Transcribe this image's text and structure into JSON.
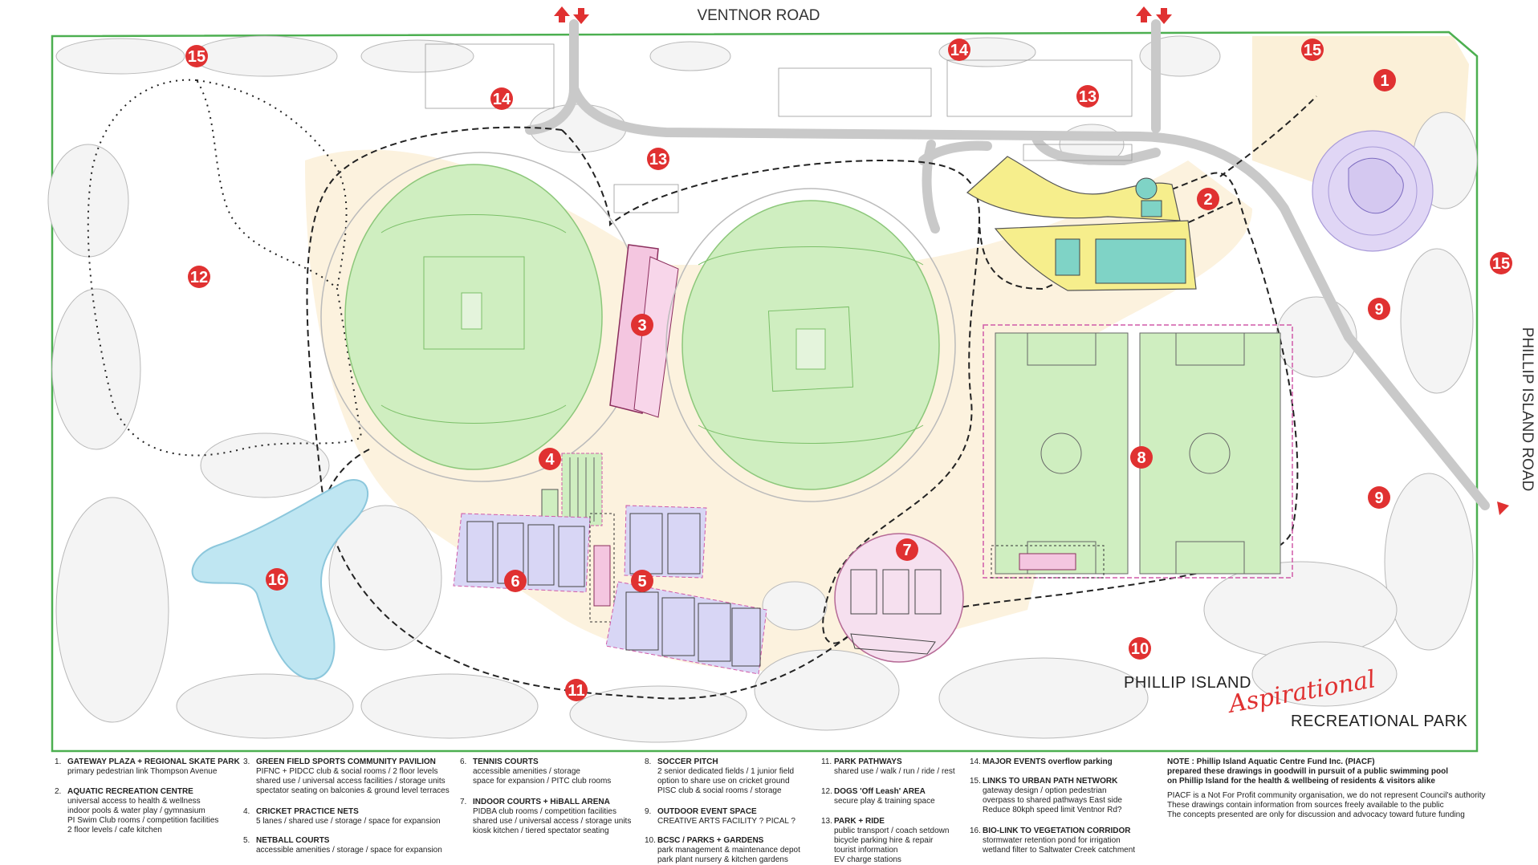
{
  "roads": {
    "north": "VENTNOR ROAD",
    "east": "PHILLIP ISLAND ROAD"
  },
  "park_title": {
    "line1": "PHILLIP ISLAND",
    "aspirational": "Aspirational",
    "line2": "RECREATIONAL PARK"
  },
  "markers": [
    {
      "id": "m15a",
      "label": "15"
    },
    {
      "id": "m14a",
      "label": "14"
    },
    {
      "id": "m14b",
      "label": "14"
    },
    {
      "id": "m15b",
      "label": "15"
    },
    {
      "id": "m1",
      "label": "1"
    },
    {
      "id": "m13a",
      "label": "13"
    },
    {
      "id": "m13b",
      "label": "13"
    },
    {
      "id": "m2",
      "label": "2"
    },
    {
      "id": "m12",
      "label": "12"
    },
    {
      "id": "m3",
      "label": "3"
    },
    {
      "id": "m15c",
      "label": "15"
    },
    {
      "id": "m9a",
      "label": "9"
    },
    {
      "id": "m8",
      "label": "8"
    },
    {
      "id": "m4",
      "label": "4"
    },
    {
      "id": "m9b",
      "label": "9"
    },
    {
      "id": "m16",
      "label": "16"
    },
    {
      "id": "m6",
      "label": "6"
    },
    {
      "id": "m5",
      "label": "5"
    },
    {
      "id": "m7",
      "label": "7"
    },
    {
      "id": "m10",
      "label": "10"
    },
    {
      "id": "m11",
      "label": "11"
    }
  ],
  "legend": [
    {
      "num": "1.",
      "title": "GATEWAY PLAZA + REGIONAL SKATE PARK",
      "lines": [
        "primary pedestrian link Thompson Avenue"
      ]
    },
    {
      "num": "2.",
      "title": "AQUATIC RECREATION CENTRE",
      "lines": [
        "universal access to health & wellness",
        "indoor pools & water play / gymnasium",
        "PI Swim Club rooms / competition facilities",
        "2 floor levels / cafe kitchen"
      ]
    },
    {
      "num": "3.",
      "title": "GREEN FIELD SPORTS COMMUNITY PAVILION",
      "lines": [
        "PIFNC + PIDCC club & social rooms / 2 floor levels",
        "shared use / universal access facilities / storage units",
        "spectator seating on balconies & ground level terraces"
      ]
    },
    {
      "num": "4.",
      "title": "CRICKET PRACTICE NETS",
      "lines": [
        "5 lanes / shared use / storage / space for expansion"
      ]
    },
    {
      "num": "5.",
      "title": "NETBALL COURTS",
      "lines": [
        "accessible amenities / storage / space for expansion"
      ]
    },
    {
      "num": "6.",
      "title": "TENNIS COURTS",
      "lines": [
        "accessible amenities / storage",
        "space for expansion / PITC club rooms"
      ]
    },
    {
      "num": "7.",
      "title": "INDOOR COURTS + HiBALL ARENA",
      "lines": [
        "PIDBA club rooms / competition facilities",
        "shared use / universal access / storage units",
        "kiosk kitchen / tiered spectator seating"
      ]
    },
    {
      "num": "8.",
      "title": "SOCCER PITCH",
      "lines": [
        "2 senior dedicated fields / 1 junior field",
        "option to share use on cricket ground",
        "PISC club & social rooms / storage"
      ]
    },
    {
      "num": "9.",
      "title": "OUTDOOR EVENT SPACE",
      "lines": [
        "CREATIVE ARTS FACILITY ?   PICAL ?"
      ]
    },
    {
      "num": "10.",
      "title": "BCSC / PARKS + GARDENS",
      "lines": [
        "park management & maintenance depot",
        "park plant nursery & kitchen gardens"
      ]
    },
    {
      "num": "11.",
      "title": "PARK PATHWAYS",
      "lines": [
        "shared use / walk / run / ride / rest"
      ]
    },
    {
      "num": "12.",
      "title": "DOGS 'Off Leash' AREA",
      "lines": [
        "secure play & training space"
      ]
    },
    {
      "num": "13.",
      "title": "PARK + RIDE",
      "lines": [
        "public transport / coach setdown",
        "bicycle parking hire & repair",
        "tourist information",
        "EV charge stations"
      ]
    },
    {
      "num": "14.",
      "title": "MAJOR EVENTS overflow parking",
      "lines": []
    },
    {
      "num": "15.",
      "title": "LINKS TO URBAN PATH NETWORK",
      "lines": [
        "gateway design / option pedestrian",
        "overpass to shared pathways East side",
        "Reduce 80kph speed limit Ventnor Rd?"
      ]
    },
    {
      "num": "16.",
      "title": "BIO-LINK TO VEGETATION CORRIDOR",
      "lines": [
        "stormwater retention pond for irrigation",
        "wetland filter to Saltwater Creek catchment"
      ]
    }
  ],
  "note": {
    "lines_bold": [
      "NOTE : Phillip Island Aquatic Centre Fund Inc. (PIACF)",
      "prepared these drawings in goodwill in pursuit of a public swimming pool",
      "on Phillip Island for the health & wellbeing of residents & visitors alike"
    ],
    "lines": [
      "PIACF is a Not For Profit community organisation, we do not represent Council's authority",
      "These drawings contain information from sources freely available to the public",
      "The concepts presented are only for discussion and advocacy toward future funding"
    ]
  },
  "colors": {
    "marker": "#e03131",
    "boundary": "#4caf50",
    "field": "#cfeec0",
    "courts": "#d8d6f5",
    "pond": "#bfe6f2",
    "building": "#f6ee8c",
    "pool": "#7fd3c6",
    "pavilion": "#f4c6e0",
    "arena": "#f6e0ef",
    "skate": "#e0d6f5",
    "sand": "#fbf0d8"
  }
}
